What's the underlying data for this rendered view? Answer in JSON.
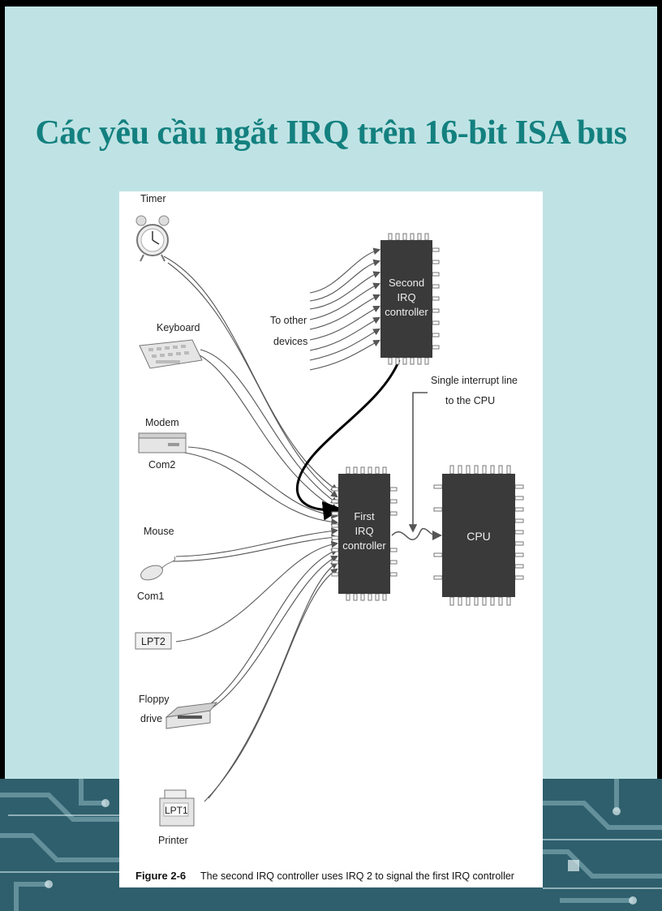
{
  "slide": {
    "title": "Các yêu cầu ngắt IRQ trên 16-bit ISA bus"
  },
  "figure": {
    "devices": {
      "timer": "Timer",
      "keyboard": "Keyboard",
      "modem": "Modem",
      "modem_port": "Com2",
      "mouse": "Mouse",
      "mouse_port": "Com1",
      "lpt2": "LPT2",
      "floppy_line1": "Floppy",
      "floppy_line2": "drive",
      "printer_badge": "LPT1",
      "printer": "Printer"
    },
    "other_devices_line1": "To other",
    "other_devices_line2": "devices",
    "second_controller": [
      "Second",
      "IRQ",
      "controller"
    ],
    "first_controller": [
      "First",
      "IRQ",
      "controller"
    ],
    "cpu": "CPU",
    "interrupt_note_line1": "Single interrupt line",
    "interrupt_note_line2": "to the CPU",
    "caption_number": "Figure 2-6",
    "caption_text": "The second IRQ controller uses IRQ 2 to signal the first IRQ controller"
  },
  "colors": {
    "background": "#bfe3e4",
    "title": "#13807f",
    "chip": "#3a3a3a"
  }
}
